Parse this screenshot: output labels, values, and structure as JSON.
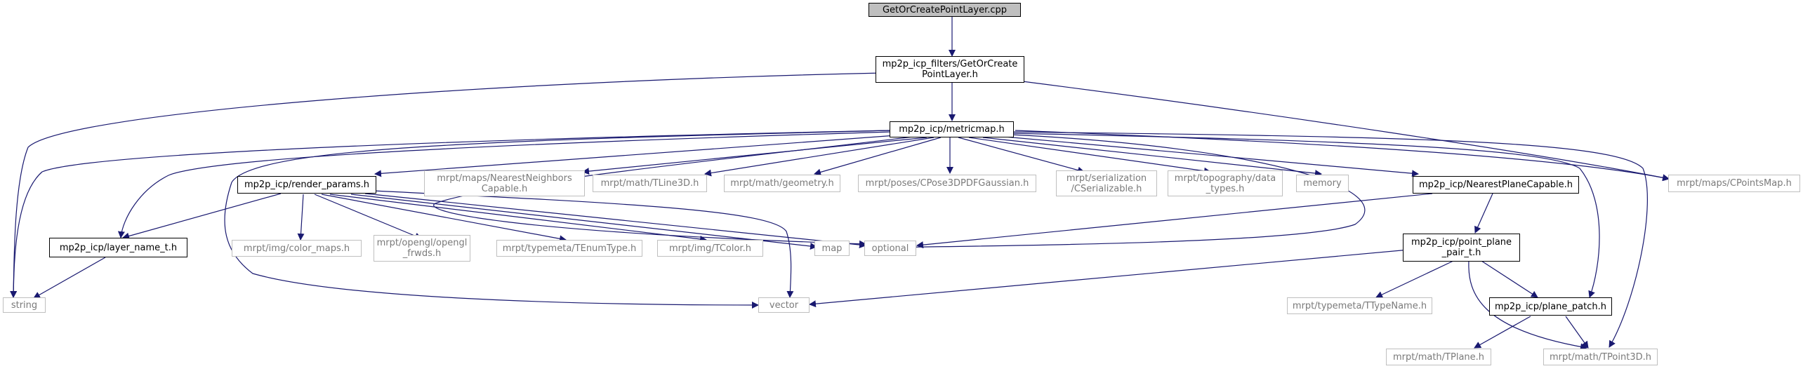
{
  "colors": {
    "edge": "#191970",
    "root_fill": "#bfbfbf",
    "ext_border": "#bfbfbf",
    "ext_text": "#7a7a7a"
  },
  "nodes": {
    "root": "GetOrCreatePointLayer.cpp",
    "getorcreate": "mp2p_icp_filters/GetOrCreate\nPointLayer.h",
    "metricmap": "mp2p_icp/metricmap.h",
    "render_params": "mp2p_icp/render_params.h",
    "nn_capable": "mrpt/maps/NearestNeighbors\nCapable.h",
    "tline3d": "mrpt/math/TLine3D.h",
    "geometry": "mrpt/math/geometry.h",
    "cpose": "mrpt/poses/CPose3DPDFGaussian.h",
    "cserial": "mrpt/serialization\n/CSerializable.h",
    "topo": "mrpt/topography/data\n_types.h",
    "memory": "memory",
    "nearestplane": "mp2p_icp/NearestPlaneCapable.h",
    "cpointsmap": "mrpt/maps/CPointsMap.h",
    "layer_name": "mp2p_icp/layer_name_t.h",
    "color_maps": "mrpt/img/color_maps.h",
    "opengl": "mrpt/opengl/opengl\n_frwds.h",
    "tenum": "mrpt/typemeta/TEnumType.h",
    "tcolor": "mrpt/img/TColor.h",
    "map": "map",
    "optional": "optional",
    "point_plane": "mp2p_icp/point_plane\n_pair_t.h",
    "string": "string",
    "vector": "vector",
    "ttypename": "mrpt/typemeta/TTypeName.h",
    "plane_patch": "mp2p_icp/plane_patch.h",
    "tplane": "mrpt/math/TPlane.h",
    "tpoint3d": "mrpt/math/TPoint3D.h"
  }
}
